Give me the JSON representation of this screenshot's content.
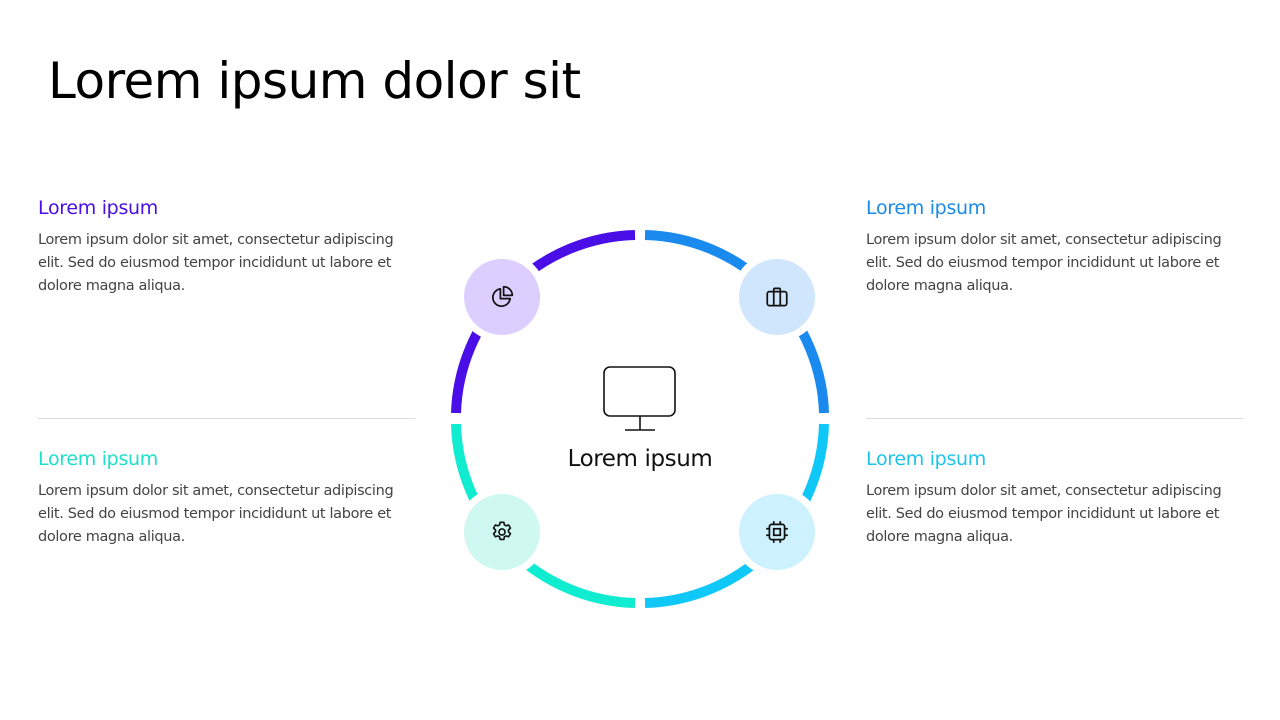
{
  "slide": {
    "title": "Lorem ipsum dolor sit"
  },
  "center": {
    "label": "Lorem ipsum",
    "icon": "monitor-icon"
  },
  "blocks": [
    {
      "position": "top-left",
      "heading": "Lorem ipsum",
      "body": "Lorem ipsum dolor sit amet, consectetur adipiscing elit. Sed do eiusmod tempor incididunt ut labore et dolore magna aliqua.",
      "color": "#4a0ee6"
    },
    {
      "position": "top-right",
      "heading": "Lorem ipsum",
      "body": "Lorem ipsum dolor sit amet, consectetur adipiscing elit. Sed do eiusmod tempor incididunt ut labore et dolore magna aliqua.",
      "color": "#1a8ae8"
    },
    {
      "position": "bottom-left",
      "heading": "Lorem ipsum",
      "body": "Lorem ipsum dolor sit amet, consectetur adipiscing elit. Sed do eiusmod tempor incididunt ut labore et dolore magna aliqua.",
      "color": "#1ee0c8"
    },
    {
      "position": "bottom-right",
      "heading": "Lorem ipsum",
      "body": "Lorem ipsum dolor sit amet, consectetur adipiscing elit. Sed do eiusmod tempor incididunt ut labore et dolore magna aliqua.",
      "color": "#1ec4ec"
    }
  ],
  "nodes": [
    {
      "icon": "pie-chart-icon",
      "fill": "#dccfff",
      "ring_color": "#4a0ee6"
    },
    {
      "icon": "briefcase-icon",
      "fill": "#cfe6fc",
      "ring_color": "#1a8aee"
    },
    {
      "icon": "gear-icon",
      "fill": "#cff9f0",
      "ring_color": "#10ecd0"
    },
    {
      "icon": "chip-icon",
      "fill": "#cdf1fd",
      "ring_color": "#10c8f8"
    }
  ]
}
